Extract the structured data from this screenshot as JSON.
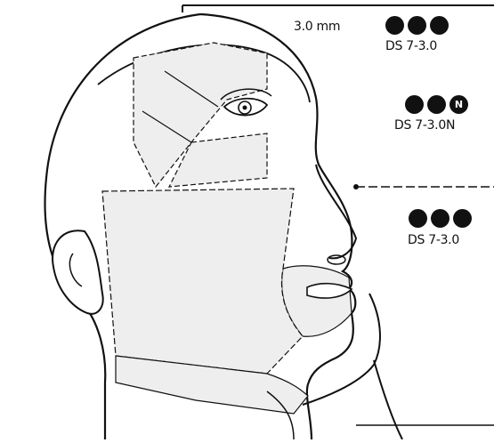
{
  "header": {
    "thickness_label": "3.0 mm"
  },
  "groups": [
    {
      "label": "DS 7-3.0",
      "dots": [
        "filled",
        "filled",
        "filled"
      ]
    },
    {
      "label": "DS 7-3.0N",
      "dots": [
        "filled",
        "filled",
        "n-marked"
      ],
      "marker_text": "N"
    },
    {
      "label": "DS 7-3.0",
      "dots": [
        "filled",
        "filled",
        "filled"
      ]
    }
  ],
  "colors": {
    "line": "#111111",
    "zone_fill": "#eeeeee",
    "background": "#ffffff"
  }
}
